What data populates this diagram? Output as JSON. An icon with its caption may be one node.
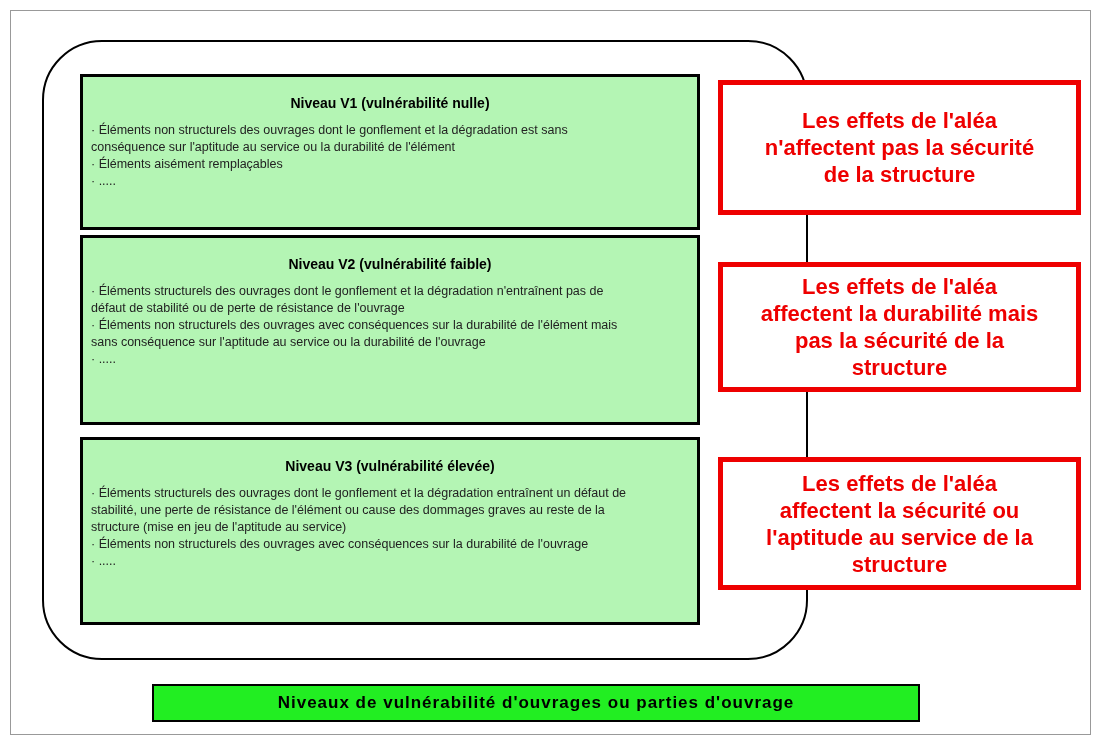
{
  "diagram": {
    "nodes": [
      {
        "text": [],
        "shape": "box"
      },
      {
        "text": [
          "Niveau V1 (vulnérabilité nulle)",
          "· Éléments non structurels des ouvrages dont le gonflement et la dégradation est sans conséquence sur l'aptitude au service ou la durabilité de l'élément",
          "· Éléments aisément remplaçables",
          "· ....."
        ],
        "in": 0
      },
      {
        "text": [
          "Niveau V2 (vulnérabilité faible)",
          "· Éléments  structurels des ouvrages  dont le gonflement et la dégradation n'entraînent pas de défaut de stabilité ou de perte de résistance de l'ouvrage",
          "· Éléments non structurels des ouvrages avec conséquences sur la durabilité de l'élément mais sans conséquence sur l'aptitude au service ou la durabilité de l'ouvrage",
          "· ....."
        ],
        "in": 0
      },
      {
        "text": [
          "Niveau V3 (vulnérabilité élevée)",
          "· Éléments structurels des ouvrages dont le gonflement et la dégradation entraînent un défaut de stabilité, une perte de résistance de l'élément ou cause des dommages graves au reste de la structure (mise en jeu de l'aptitude au service)",
          "· Éléments non structurels des ouvrages avec conséquences sur la durabilité de l'ouvrage",
          "· ....."
        ],
        "in": 0
      },
      {
        "text": [
          "Les effets de l'aléa n'affectent pas la sécurité de la structure"
        ]
      },
      {
        "text": [
          "Les effets de l'aléa affectent la durabilité mais pas la sécurité de la structure"
        ]
      },
      {
        "text": [
          "Les effets de l'aléa affectent la sécurité ou l'aptitude au service de la structure"
        ]
      },
      {
        "text": [
          "Niveaux de vulnérabilité d'ouvrages ou parties d'ouvrage"
        ]
      }
    ]
  }
}
